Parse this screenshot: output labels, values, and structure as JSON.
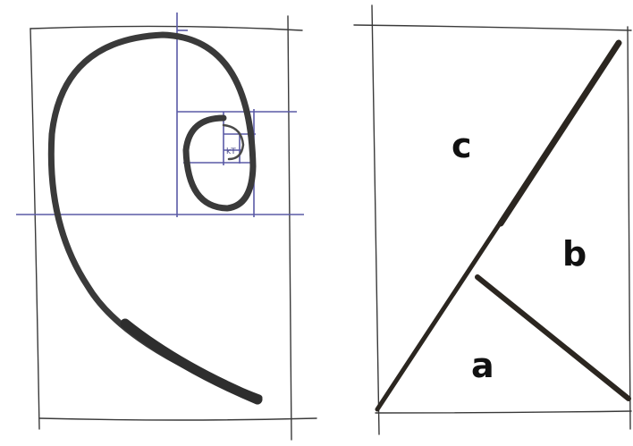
{
  "colors": {
    "frame": "#333333",
    "guide": "#5a5aa6",
    "spiral": "#3a3a3a",
    "brush": "#2b2620",
    "text": "#111111"
  },
  "labels": {
    "region_c": "c",
    "region_b": "b",
    "region_a": "a",
    "spiral_center": "kT"
  }
}
